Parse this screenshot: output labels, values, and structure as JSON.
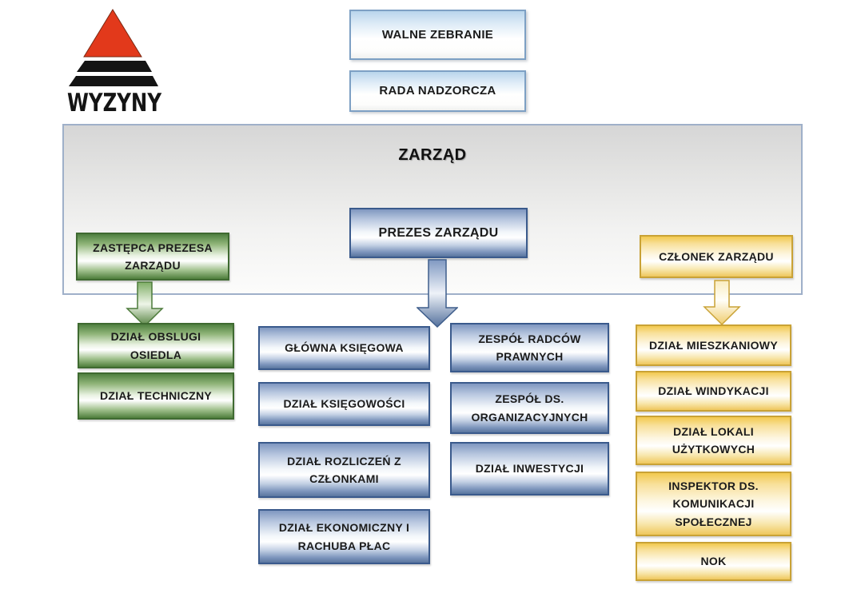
{
  "logo": {
    "brand": "WYZYNY"
  },
  "chart": {
    "walne": {
      "label": "WALNE ZEBRANIE"
    },
    "rada": {
      "label": "RADA NADZORCZA"
    },
    "zarzad": {
      "title": "ZARZĄD",
      "deputy": {
        "label": "ZASTĘPCA PREZESA ZARZĄDU"
      },
      "president": {
        "label": "PREZES ZARZĄDU"
      },
      "member": {
        "label": "CZŁONEK ZARZĄDU"
      }
    },
    "deputy_departments": [
      {
        "label": "DZIAŁ OBSLUGI OSIEDLA"
      },
      {
        "label": "DZIAŁ TECHNICZNY"
      }
    ],
    "president_departments_col1": [
      {
        "label": "GŁÓWNA KSIĘGOWA"
      },
      {
        "label": "DZIAŁ KSIĘGOWOŚCI"
      },
      {
        "label": "DZIAŁ ROZLICZEŃ Z CZŁONKAMI"
      },
      {
        "label": "DZIAŁ EKONOMICZNY I RACHUBA PŁAC"
      }
    ],
    "president_departments_col2": [
      {
        "label": "ZESPÓŁ RADCÓW PRAWNYCH"
      },
      {
        "label": "ZESPÓŁ DS. ORGANIZACYJNYCH"
      },
      {
        "label": "DZIAŁ INWESTYCJI"
      }
    ],
    "member_departments": [
      {
        "label": "DZIAŁ MIESZKANIOWY"
      },
      {
        "label": "DZIAŁ WINDYKACJI"
      },
      {
        "label": "DZIAŁ LOKALI UŻYTKOWYCH"
      },
      {
        "label": "INSPEKTOR DS. KOMUNIKACJI SPOŁECZNEJ"
      },
      {
        "label": "NOK"
      }
    ]
  },
  "colors": {
    "green_fill_dark": "#4f8040",
    "green_border": "#3f6a31",
    "blue_fill_dark": "#7f97c0",
    "blue_border": "#3a5a8c",
    "yellow_fill_dark": "#f2c94e",
    "yellow_border": "#c9a236",
    "header_box_border": "#7da0c4",
    "panel_border": "#9fb0c9",
    "logo_red": "#e2391b",
    "logo_black": "#141414"
  }
}
